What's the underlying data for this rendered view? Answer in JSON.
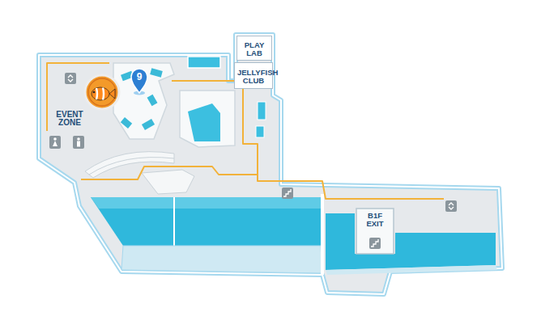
{
  "diagram": {
    "nodes": [
      {
        "text": [
          "PLAY LAB"
        ]
      },
      {
        "text": [
          "JELLYFISH CLUB"
        ]
      },
      {
        "text": [
          "B1F EXIT"
        ]
      }
    ],
    "labels": [
      "EVENT ZONE",
      "9"
    ]
  }
}
